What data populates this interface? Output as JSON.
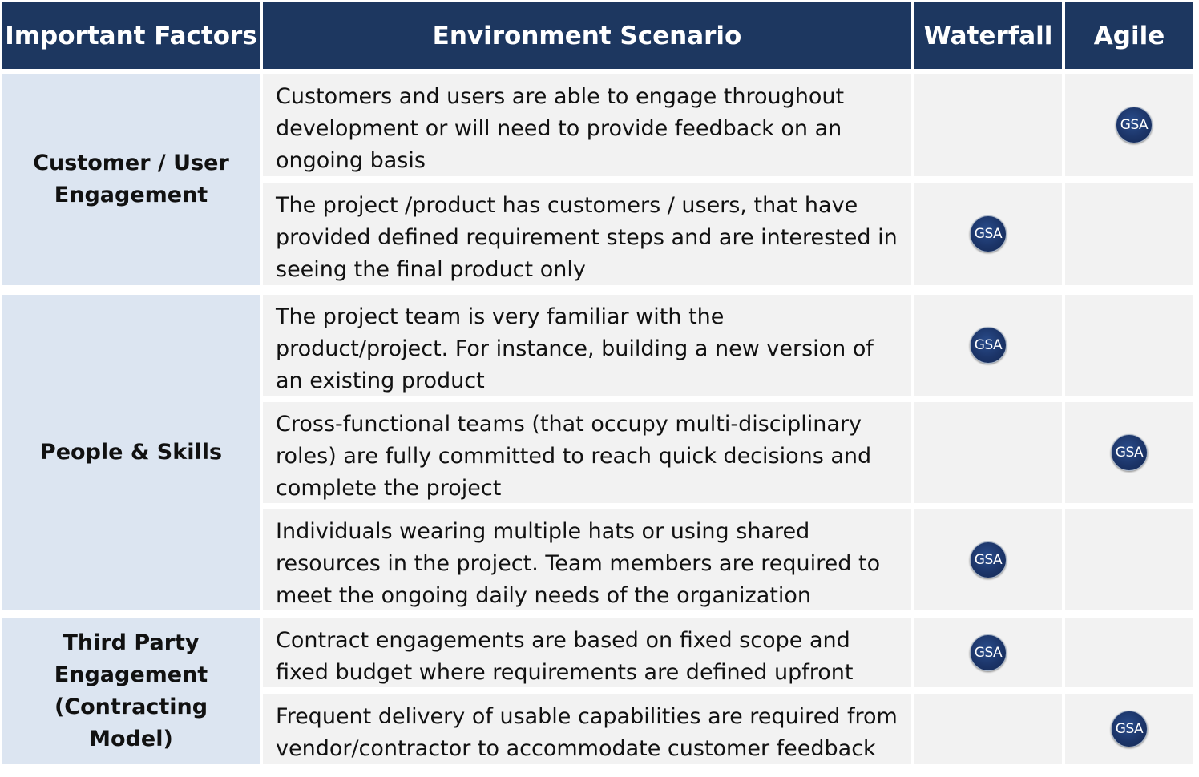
{
  "header": {
    "factors": "Important Factors",
    "scenario": "Environment Scenario",
    "waterfall": "Waterfall",
    "agile": "Agile"
  },
  "badge_text": "GSA",
  "colors": {
    "header_bg": "#1d3760",
    "factor_bg": "#dce5f1",
    "cell_bg": "#f2f2f2",
    "badge_bg": "#1c3569"
  },
  "factors": [
    {
      "label": "Customer / User Engagement"
    },
    {
      "label": "People & Skills"
    },
    {
      "label": "Third Party Engagement (Contracting Model)"
    }
  ],
  "rows": [
    {
      "scenario": "Customers and users are able to engage throughout development or will need to provide feedback on an ongoing basis",
      "waterfall": false,
      "agile": true
    },
    {
      "scenario": "The project /product has customers / users, that have provided defined requirement steps and are interested in seeing the final product only",
      "waterfall": true,
      "agile": false
    },
    {
      "scenario": "The project team is very familiar with the product/project. For instance, building a new version of an existing product",
      "waterfall": true,
      "agile": false
    },
    {
      "scenario": "Cross-functional teams (that occupy multi-disciplinary roles) are fully committed to reach quick decisions and complete the project",
      "waterfall": false,
      "agile": true
    },
    {
      "scenario": "Individuals wearing multiple hats or using shared resources in the project. Team members are required to meet the ongoing daily needs of the organization",
      "waterfall": true,
      "agile": false
    },
    {
      "scenario": "Contract engagements are based on fixed scope and fixed budget where requirements are defined upfront",
      "waterfall": true,
      "agile": false
    },
    {
      "scenario": "Frequent delivery of usable capabilities are required from vendor/contractor to accommodate  customer feedback",
      "waterfall": false,
      "agile": true
    }
  ]
}
